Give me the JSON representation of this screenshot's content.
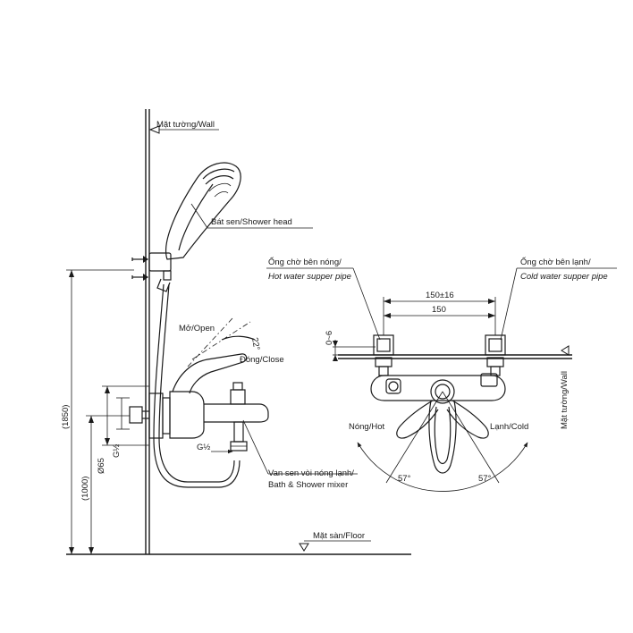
{
  "labels": {
    "wall_top": "Mặt tường/Wall",
    "shower_head": "Bát sen/Shower head",
    "open": "Mở/Open",
    "close": "Đóng/Close",
    "angle_22": "22°",
    "hot_pipe_vn": "Ống chờ bên nóng/",
    "hot_pipe_en": "Hot water supper pipe",
    "cold_pipe_vn": "Ống chờ bên lạnh/",
    "cold_pipe_en": "Cold water supper pipe",
    "dim_150_16": "150±16",
    "dim_150": "150",
    "dim_0_6": "0~6",
    "wall_side": "Mặt tường/Wall",
    "hot": "Nóng/Hot",
    "cold": "Lạnh/Cold",
    "angle_57_left": "57°",
    "angle_57_right": "57°",
    "g12_left": "G½",
    "g12_bottom": "G½",
    "phi65": "Ø65",
    "dim_1850": "(1850)",
    "dim_1000": "(1000)",
    "mixer_vn": "Van sen vòi nóng lạnh/",
    "mixer_en": "Bath & Shower mixer",
    "floor": "Mặt sàn/Floor"
  }
}
